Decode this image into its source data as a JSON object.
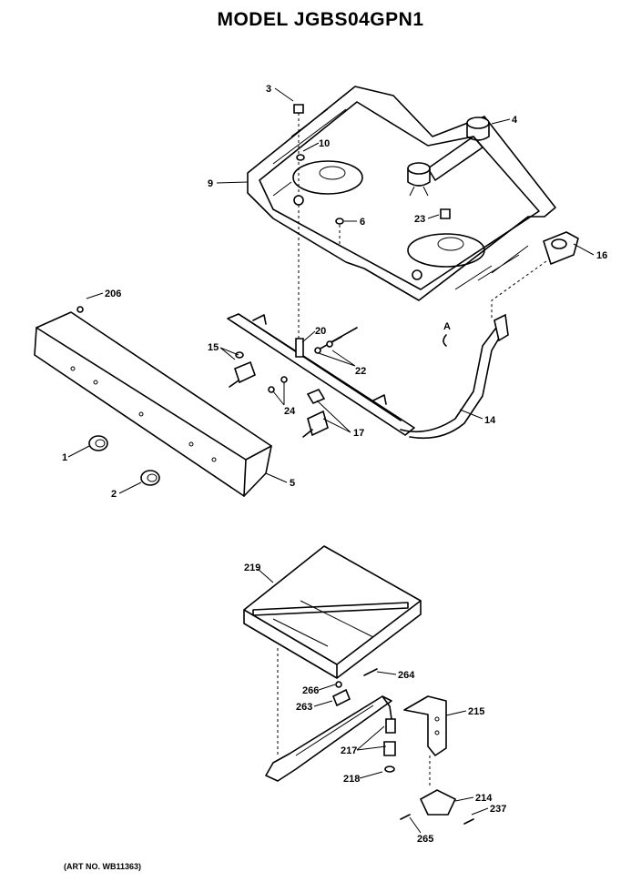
{
  "title": "MODEL JGBS04GPN1",
  "art_number": "(ART NO. WB11363)",
  "labels": {
    "p3": "3",
    "p4": "4",
    "p10": "10",
    "p9": "9",
    "p6": "6",
    "p23": "23",
    "p16": "16",
    "pA": "A",
    "p206": "206",
    "p20": "20",
    "p15": "15",
    "p22": "22",
    "p24": "24",
    "p17": "17",
    "p14": "14",
    "p1": "1",
    "p2": "2",
    "p5": "5",
    "p219": "219",
    "p264": "264",
    "p266": "266",
    "p263": "263",
    "p215": "215",
    "p217": "217",
    "p218": "218",
    "p214": "214",
    "p237": "237",
    "p265": "265"
  }
}
